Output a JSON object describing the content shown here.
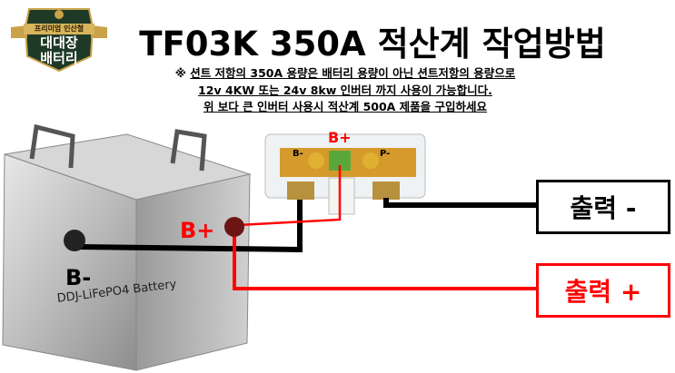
{
  "logo": {
    "ribbon": "프리미엄 인산철",
    "line1": "대대장",
    "line2": "배터리"
  },
  "title": "TF03K 350A 적산계 작업방법",
  "notes": {
    "mark": "※",
    "line1": "션트 저항의 350A 용량은 배터리 용량이 아닌 션트저항의 용량으로",
    "line2": "12v 4KW 또는 24v 8kw 인버터 까지 사용이 가능합니다.",
    "line3": "위 보다 큰 인버터 사용시 적산계 500A 제품을 구입하세요"
  },
  "battery": {
    "label": "DDJ-LiFePO4 Battery",
    "plus": "B+",
    "minus": "B-"
  },
  "shunt": {
    "plus": "B+",
    "b_minus": "B-",
    "p_minus": "P-"
  },
  "outputs": {
    "minus": "출력 -",
    "plus": "출력 +"
  },
  "colors": {
    "positive": "#ff0000",
    "negative": "#000000",
    "logo_green": "#1e3a26",
    "logo_gold": "#c9a24a"
  }
}
